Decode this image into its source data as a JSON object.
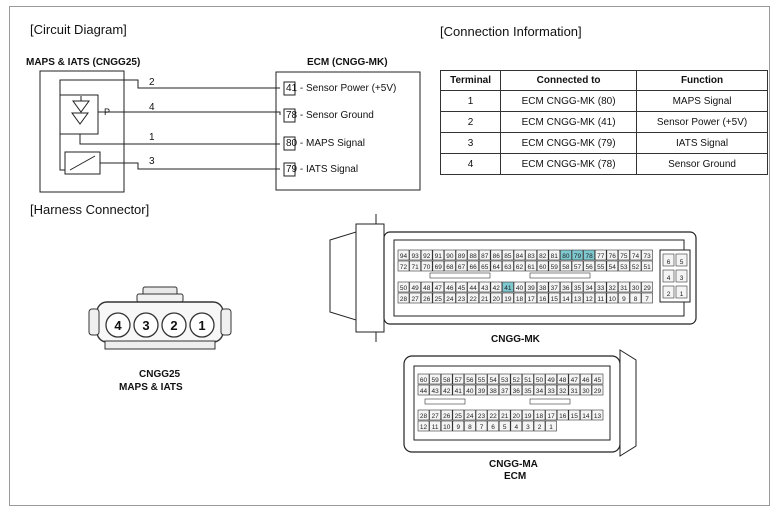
{
  "headings": {
    "circuit_diagram": "[Circuit Diagram]",
    "connection_information": "[Connection Information]",
    "harness_connector": "[Harness Connector]"
  },
  "circuit": {
    "component_label": "MAPS & IATS (CNGG25)",
    "ecm_label": "ECM (CNGG-MK)",
    "sensor_p": "P",
    "wires": [
      {
        "component_pin": "2",
        "ecm_pin": "41",
        "ecm_label": "- Sensor Power (+5V)"
      },
      {
        "component_pin": "4",
        "ecm_pin": "78",
        "ecm_label": "- Sensor Ground"
      },
      {
        "component_pin": "1",
        "ecm_pin": "80",
        "ecm_label": "- MAPS Signal"
      },
      {
        "component_pin": "3",
        "ecm_pin": "79",
        "ecm_label": "- IATS Signal"
      }
    ]
  },
  "table": {
    "headers": [
      "Terminal",
      "Connected to",
      "Function"
    ],
    "rows": [
      [
        "1",
        "ECM CNGG-MK (80)",
        "MAPS Signal"
      ],
      [
        "2",
        "ECM CNGG-MK (41)",
        "Sensor Power (+5V)"
      ],
      [
        "3",
        "ECM CNGG-MK (79)",
        "IATS Signal"
      ],
      [
        "4",
        "ECM CNGG-MK (78)",
        "Sensor Ground"
      ]
    ]
  },
  "harness_connector": {
    "pins": [
      "4",
      "3",
      "2",
      "1"
    ],
    "caption_line1": "CNGG25",
    "caption_line2": "MAPS & IATS"
  },
  "ecm_mk": {
    "caption": "CNGG-MK",
    "row1": [
      "94",
      "93",
      "92",
      "91",
      "90",
      "89",
      "88",
      "87",
      "86",
      "85",
      "84",
      "83",
      "82",
      "81",
      "80",
      "79",
      "78",
      "77",
      "76",
      "75",
      "74",
      "73"
    ],
    "row2": [
      "72",
      "71",
      "70",
      "69",
      "68",
      "67",
      "66",
      "65",
      "64",
      "63",
      "62",
      "61",
      "60",
      "59",
      "58",
      "57",
      "56",
      "55",
      "54",
      "53",
      "52",
      "51"
    ],
    "row3": [
      "50",
      "49",
      "48",
      "47",
      "46",
      "45",
      "44",
      "43",
      "42",
      "41",
      "40",
      "39",
      "38",
      "37",
      "36",
      "35",
      "34",
      "33",
      "32",
      "31",
      "30",
      "29"
    ],
    "row4": [
      "28",
      "27",
      "26",
      "25",
      "24",
      "23",
      "22",
      "21",
      "20",
      "19",
      "18",
      "17",
      "16",
      "15",
      "14",
      "13",
      "12",
      "11",
      "10",
      "9",
      "8",
      "7"
    ],
    "highlight": [
      "80",
      "79",
      "78",
      "41"
    ],
    "side_pins": [
      "6",
      "5",
      "4",
      "3",
      "2",
      "1"
    ]
  },
  "ecm_ma": {
    "caption_line1": "CNGG-MA",
    "caption_line2": "ECM",
    "row1": [
      "60",
      "59",
      "58",
      "57",
      "56",
      "55",
      "54",
      "53",
      "52",
      "51",
      "50",
      "49",
      "48",
      "47",
      "46",
      "45"
    ],
    "row2": [
      "44",
      "43",
      "42",
      "41",
      "40",
      "39",
      "38",
      "37",
      "36",
      "35",
      "34",
      "33",
      "32",
      "31",
      "30",
      "29"
    ],
    "row3": [
      "28",
      "27",
      "26",
      "25",
      "24",
      "23",
      "22",
      "21",
      "20",
      "19",
      "18",
      "17",
      "16",
      "15",
      "14",
      "13"
    ],
    "row4": [
      "12",
      "11",
      "10",
      "9",
      "8",
      "7",
      "6",
      "5",
      "4",
      "3",
      "2",
      "1"
    ]
  }
}
